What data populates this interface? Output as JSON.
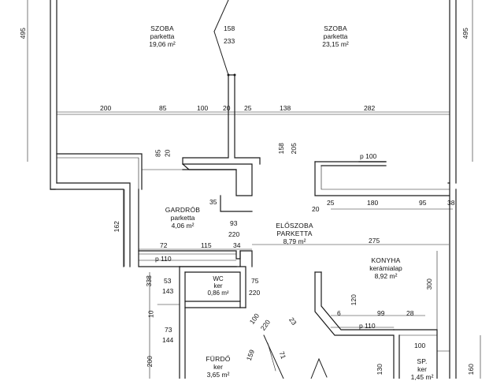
{
  "rooms": {
    "szoba1": {
      "name": "SZOBA",
      "floor": "parketta",
      "area": "19,06 m²"
    },
    "szoba2": {
      "name": "SZOBA",
      "floor": "parketta",
      "area": "23,15 m²"
    },
    "gardrob": {
      "name": "GARDRÓB",
      "floor": "parketta",
      "area": "4,06 m²"
    },
    "eloszoba": {
      "name": "ELŐSZOBA",
      "floor": "PARKETTA",
      "area": "8,79 m²"
    },
    "konyha": {
      "name": "KONYHA",
      "floor": "kerámialap",
      "area": "8,92 m²"
    },
    "wc": {
      "name": "WC",
      "floor": "ker",
      "area": "0,86 m²"
    },
    "furdo": {
      "name": "FÜRDŐ",
      "floor": "ker",
      "area": "3,65 m²"
    },
    "sp": {
      "name": "SP.",
      "floor": "ker",
      "area": "1,45 m²"
    }
  },
  "dimensions": {
    "left_495": "495",
    "right_495": "495",
    "win_158": "158",
    "win_233": "233",
    "top_200": "200",
    "top_85": "85",
    "top_100": "100",
    "top_20": "20",
    "top_25": "25",
    "top_138": "138",
    "top_282": "282",
    "v_85": "85",
    "v_20": "20",
    "v_158": "158",
    "v_205": "205",
    "p100": "p 100",
    "g_35": "35",
    "g_93": "93",
    "g_220": "220",
    "k_20": "20",
    "k_25": "25",
    "k_180": "180",
    "k_95": "95",
    "k_38": "38",
    "l_162": "162",
    "l_72": "72",
    "l_115": "115",
    "l_34": "34",
    "p110a": "p 110",
    "k_275": "275",
    "wc_53": "53",
    "wc_143": "143",
    "wc_75": "75",
    "wc_220": "220",
    "l_338": "338",
    "l_10": "10",
    "k_300": "300",
    "k_120": "120",
    "k_6": "6",
    "k_99": "99",
    "k_28": "28",
    "p110b": "p 110",
    "f_73": "73",
    "f_144": "144",
    "f_100": "100",
    "f_220": "220",
    "f_23": "23",
    "f_159": "159",
    "f_71": "71",
    "l_200": "200",
    "sp_100": "100",
    "sp_130": "130",
    "r_160": "160"
  }
}
